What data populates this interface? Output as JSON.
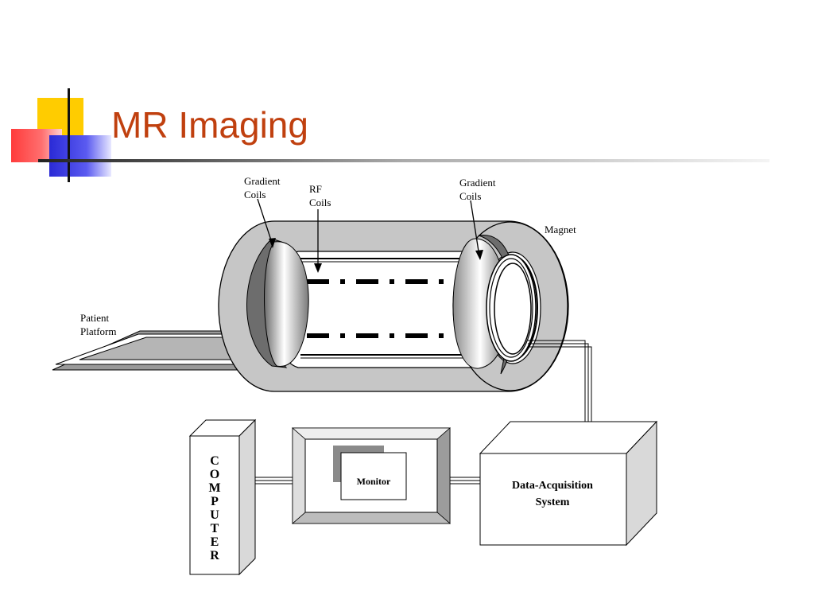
{
  "slide": {
    "title": "MR Imaging"
  },
  "labels": {
    "gradient_coils_left": [
      "Gradient",
      "Coils"
    ],
    "rf_coils": [
      "RF",
      "Coils"
    ],
    "gradient_coils_right": [
      "Gradient",
      "Coils"
    ],
    "magnet": "Magnet",
    "patient_platform": [
      "Patient",
      "Platform"
    ],
    "computer": [
      "C",
      "O",
      "M",
      "P",
      "U",
      "T",
      "E",
      "R"
    ],
    "monitor": "Monitor",
    "data_acquisition": [
      "Data-Acquisition",
      "System"
    ]
  },
  "colors": {
    "title": "#c0400f",
    "magnet_fill": "#c8c8c8",
    "accent_yellow": "#ffcc00",
    "accent_red": "#ff3b3b",
    "accent_blue": "#2a2ad6"
  }
}
